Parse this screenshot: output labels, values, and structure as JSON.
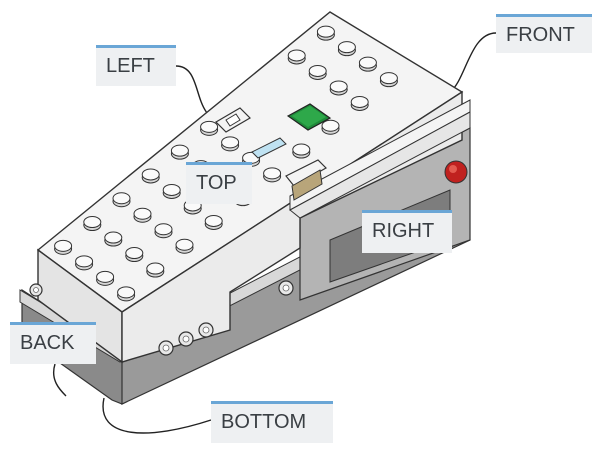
{
  "labels": {
    "front": "FRONT",
    "left": "LEFT",
    "top": "TOP",
    "right": "RIGHT",
    "back": "BACK",
    "bottom": "BOTTOM"
  },
  "colors": {
    "label_bg": "#eef0f2",
    "label_border": "#6aa6d6",
    "label_text": "#3a3f44",
    "body_light": "#ececec",
    "body_dark": "#8c8c8c",
    "button_green": "#1f8a3a",
    "light_red": "#c0211f",
    "window_blue": "#bfe2f2"
  },
  "icons": [
    "usb-port-icon",
    "power-button-icon",
    "status-light-icon",
    "connector-port-icon"
  ]
}
